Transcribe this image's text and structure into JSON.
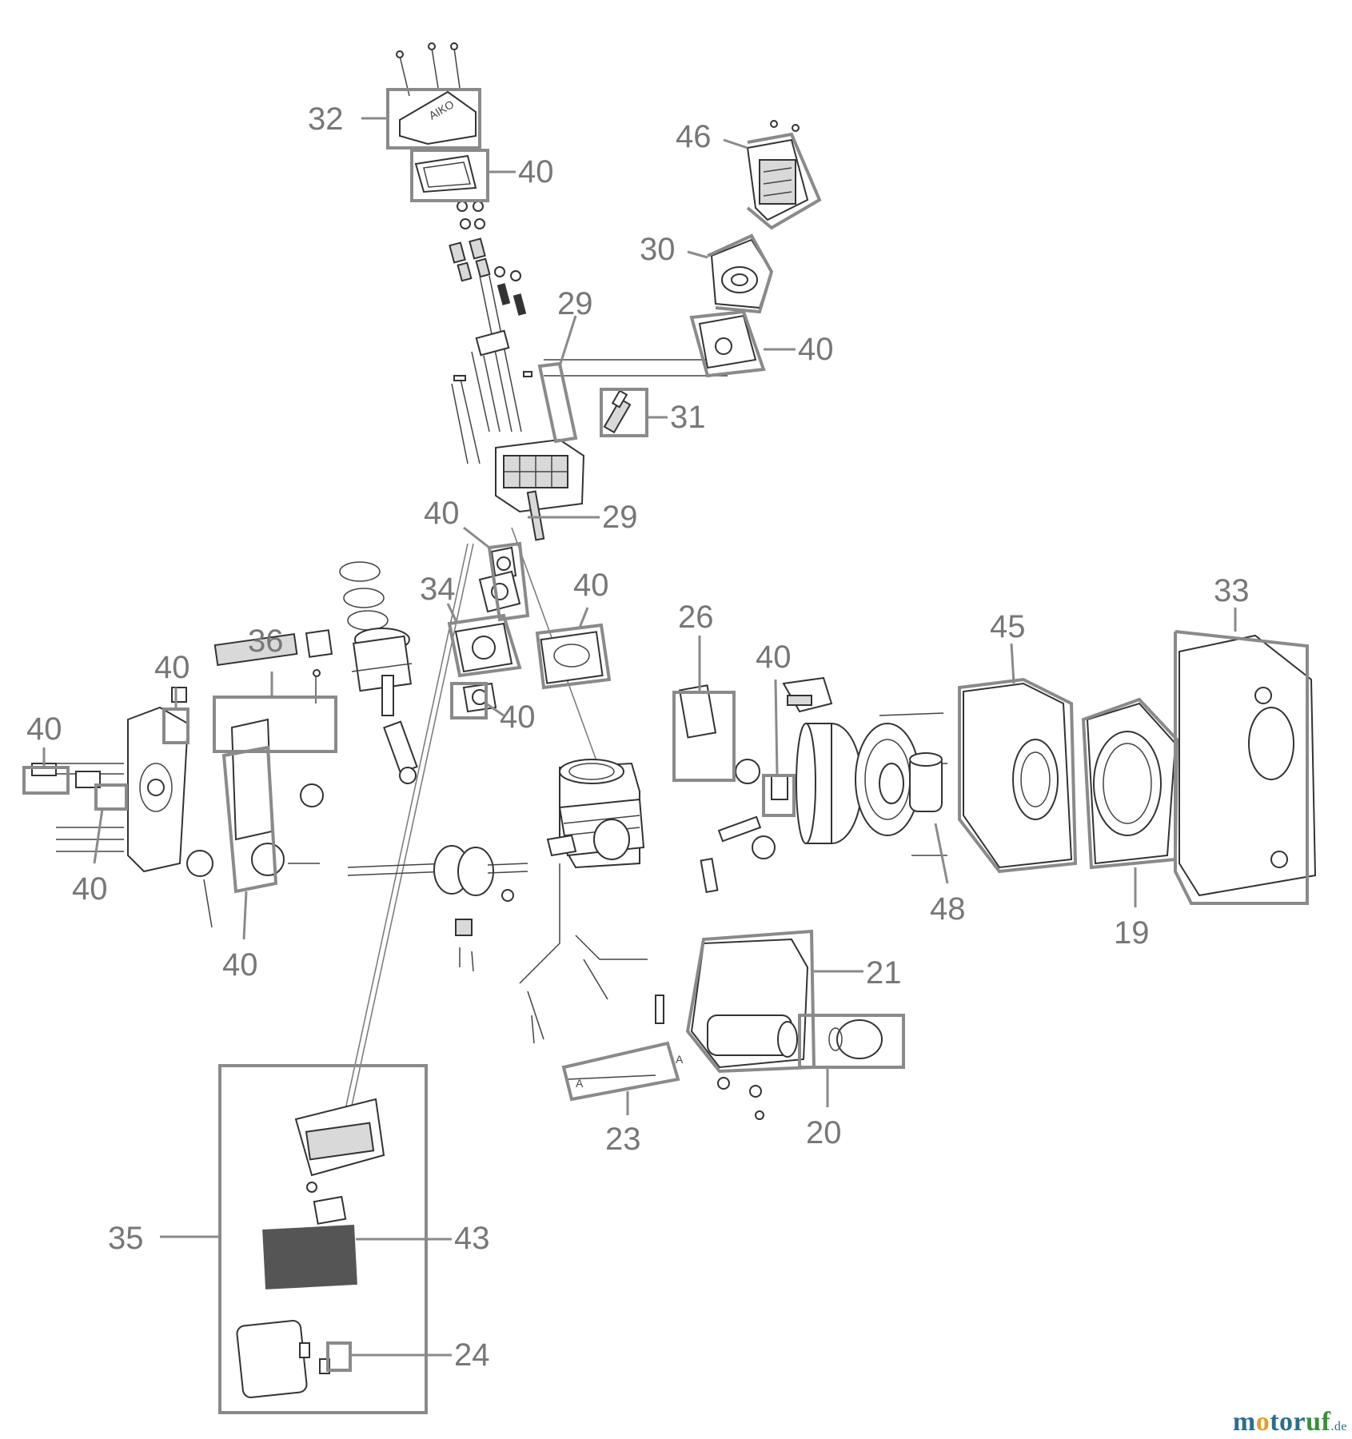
{
  "diagram": {
    "callouts": [
      {
        "id": "c32",
        "text": "32"
      },
      {
        "id": "c40a",
        "text": "40"
      },
      {
        "id": "c46",
        "text": "46"
      },
      {
        "id": "c30",
        "text": "30"
      },
      {
        "id": "c29a",
        "text": "29"
      },
      {
        "id": "c40b",
        "text": "40"
      },
      {
        "id": "c31",
        "text": "31"
      },
      {
        "id": "c29b",
        "text": "29"
      },
      {
        "id": "c40c",
        "text": "40"
      },
      {
        "id": "c34",
        "text": "34"
      },
      {
        "id": "c40d",
        "text": "40"
      },
      {
        "id": "c40e",
        "text": "40"
      },
      {
        "id": "c36",
        "text": "36"
      },
      {
        "id": "c40f",
        "text": "40"
      },
      {
        "id": "c40g",
        "text": "40"
      },
      {
        "id": "c40h",
        "text": "40"
      },
      {
        "id": "c40i",
        "text": "40"
      },
      {
        "id": "c26",
        "text": "26"
      },
      {
        "id": "c40j",
        "text": "40"
      },
      {
        "id": "c45",
        "text": "45"
      },
      {
        "id": "c33",
        "text": "33"
      },
      {
        "id": "c48",
        "text": "48"
      },
      {
        "id": "c19",
        "text": "19"
      },
      {
        "id": "c21",
        "text": "21"
      },
      {
        "id": "c23",
        "text": "23"
      },
      {
        "id": "c20",
        "text": "20"
      },
      {
        "id": "c35",
        "text": "35"
      },
      {
        "id": "c43",
        "text": "43"
      },
      {
        "id": "c24",
        "text": "24"
      }
    ]
  },
  "watermark": {
    "part1": "m",
    "part2": "o",
    "part3": "tor",
    "part4": "uf",
    "suffix": ".de"
  },
  "colors": {
    "callout": "#777777",
    "box": "#8a8a8a",
    "brand_blue": "#2a6e8e",
    "brand_orange": "#e2a02a",
    "brand_green": "#3a8f3a"
  }
}
